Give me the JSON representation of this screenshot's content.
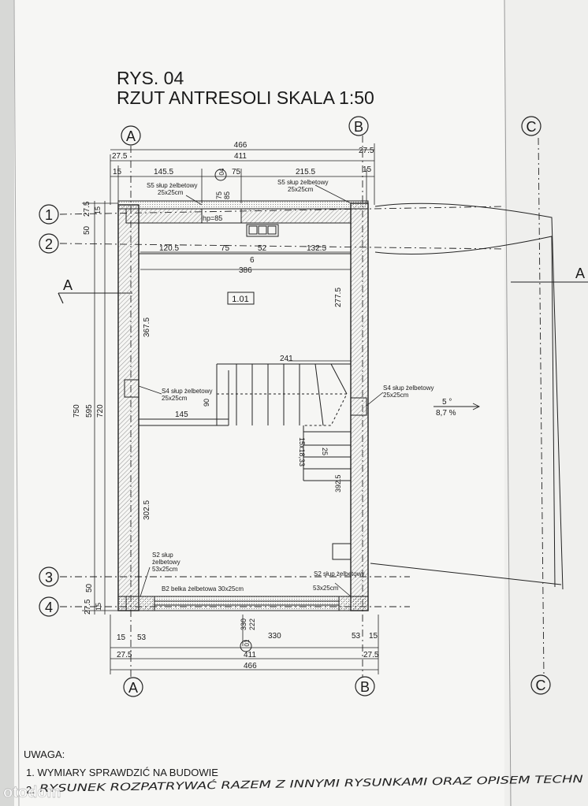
{
  "title": {
    "line1": "RYS. 04",
    "line2": "RZUT ANTRESOLI SKALA 1:50"
  },
  "axes": {
    "columns": [
      "A",
      "B",
      "C"
    ],
    "rows": [
      "1",
      "2",
      "3",
      "4"
    ]
  },
  "section_marker": "A",
  "dimensions": {
    "top_overall": "466",
    "top_inner": "411",
    "top_left_edge": "27.5",
    "top_right_edge": "27.5",
    "top_chain": [
      "15",
      "145.5",
      "75",
      "215.5",
      "15"
    ],
    "row1_offset": "27.5",
    "row1_gap": "15",
    "row2_offset": "50",
    "section_ref": "04",
    "top_small_75": "75",
    "top_small_85": "85",
    "hp": "hp=85",
    "mid_chain": [
      "120.5",
      "75",
      "52",
      "132.5"
    ],
    "mid_6": "6",
    "inner_width": "386",
    "right_277": "277.5",
    "left_367": "367.5",
    "stair_width": "241",
    "landing_145": "145",
    "landing_90": "90",
    "stair_steps": "15x18,33",
    "stair_25": "25",
    "stair_392": "392.5",
    "left_302": "302.5",
    "left_vertical": [
      "750",
      "595",
      "720"
    ],
    "row3_offset": "50",
    "row4_offset": "27.5",
    "row4_gap": "15",
    "bottom_330_a": "330",
    "bottom_222": "222",
    "bottom_chain": [
      "15",
      "53",
      "330",
      "53",
      "15"
    ],
    "bottom_ref": "01",
    "bottom_inner": "411",
    "bottom_left_edge": "27.5",
    "bottom_right_edge": "27.5",
    "bottom_overall": "466"
  },
  "labels": {
    "room": "1.01",
    "s5_left": [
      "S5 słup żelbetowy",
      "25x25cm"
    ],
    "s5_right": [
      "S5 słup żelbetowy",
      "25x25cm"
    ],
    "s4_left": [
      "S4 słup żelbetowy",
      "25x25cm"
    ],
    "s4_right": [
      "S4 słup żelbetowy",
      "25x25cm"
    ],
    "s2_left": [
      "S2 słup",
      "żelbetowy",
      "53x25cm"
    ],
    "s2_right": [
      "S2 słup żelbetowy",
      "53x25cm"
    ],
    "b2": "B2 belka żelbetowa 30x25cm",
    "slope": [
      "5 °",
      "8,7 %"
    ]
  },
  "notes": {
    "heading": "UWAGA:",
    "line1": "1. WYMIARY SPRAWDZIĆ NA BUDOWIE",
    "line2_prefix": "2.",
    "line2_handwritten": "RYSUNEK ROZPATRYWAĆ RAZEM Z INNYMI RYSUNKAMI ORAZ OPISEM TECHN"
  },
  "watermark": "otodom"
}
